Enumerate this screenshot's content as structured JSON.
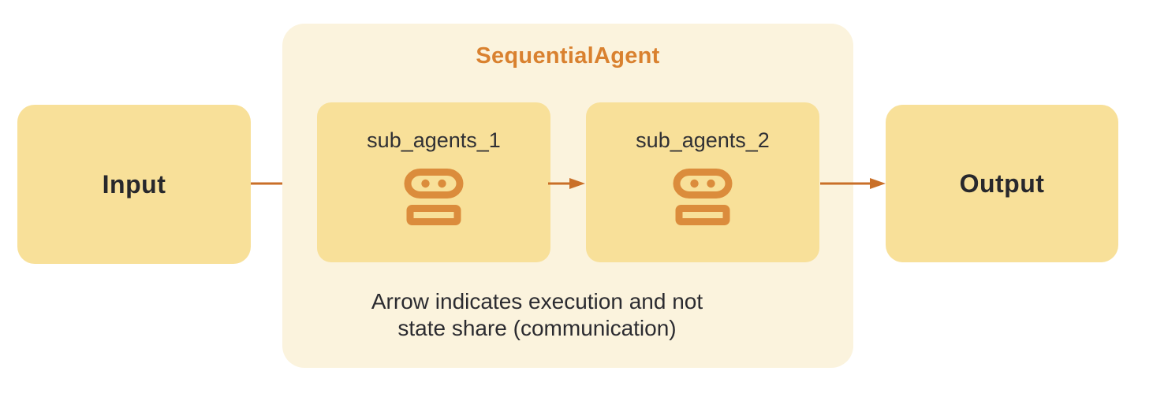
{
  "nodes": {
    "input": {
      "label": "Input"
    },
    "output": {
      "label": "Output"
    }
  },
  "container": {
    "title": "SequentialAgent",
    "sub_agents": [
      {
        "label": "sub_agents_1",
        "icon": "robot-agent-icon"
      },
      {
        "label": "sub_agents_2",
        "icon": "robot-agent-icon"
      }
    ],
    "caption_line1": "Arrow indicates execution and not",
    "caption_line2": "state share (communication)"
  },
  "connections": [
    {
      "from": "Input",
      "to": "sub_agents_1"
    },
    {
      "from": "sub_agents_1",
      "to": "sub_agents_2"
    },
    {
      "from": "sub_agents_2",
      "to": "Output"
    }
  ],
  "colors": {
    "background": "#FFFFFF",
    "container_fill": "#FBF3DD",
    "node_fill": "#F8E099",
    "title_orange": "#D9812F",
    "arrow_orange": "#C96F28",
    "icon_orange": "#DB8C3C",
    "text_dark": "#28282C"
  }
}
